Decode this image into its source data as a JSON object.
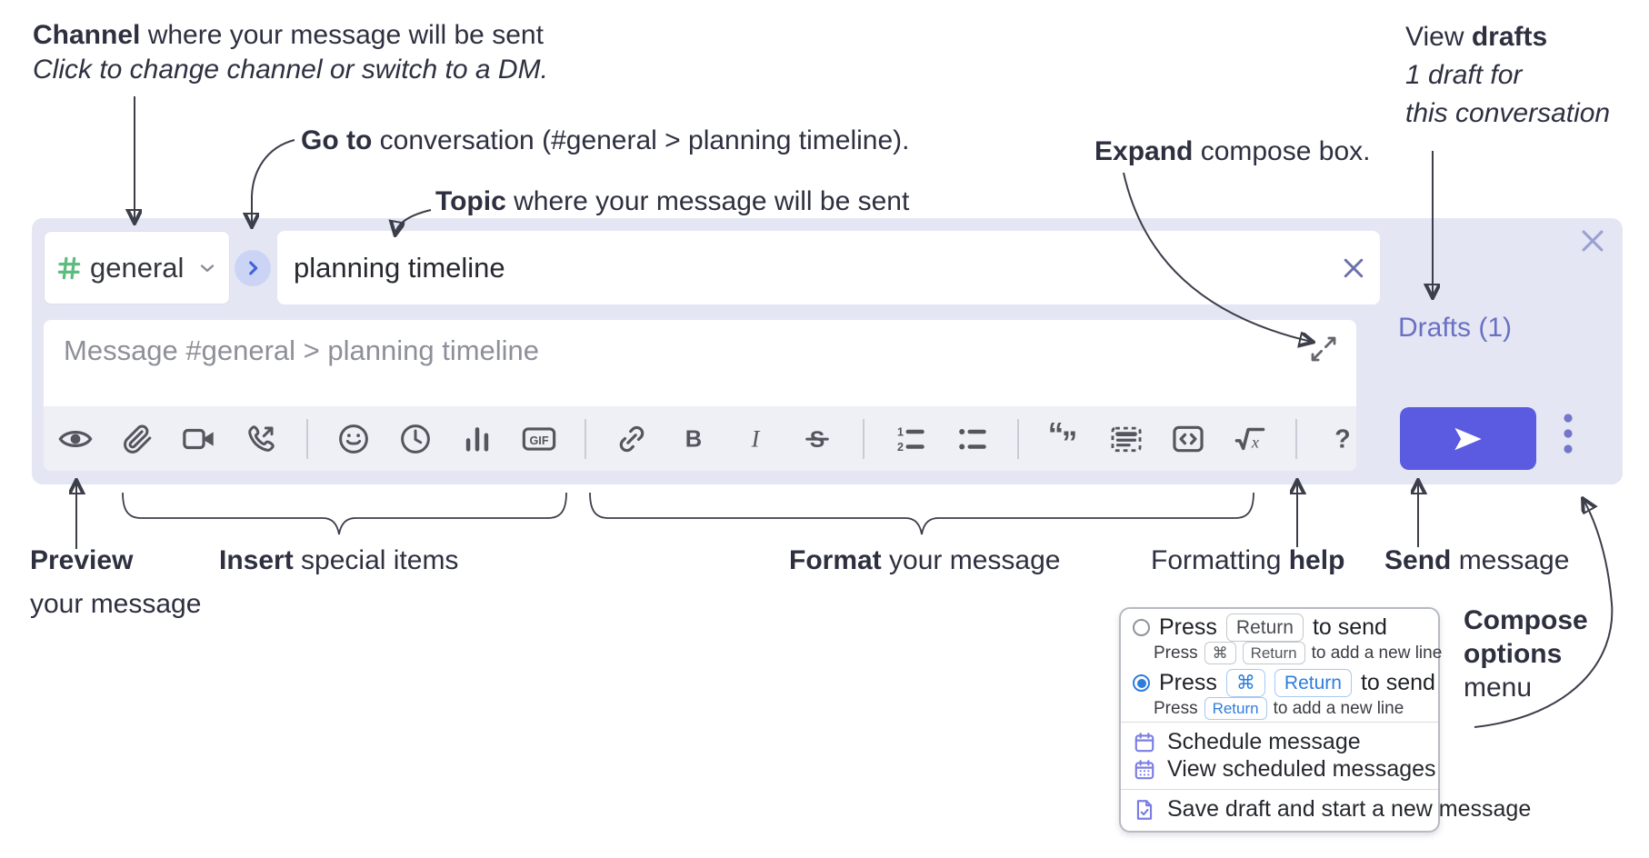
{
  "colors": {
    "container_bg": "#e4e6f3",
    "send_button": "#5a5be1",
    "drafts_link": "#6a70c4",
    "hash_green": "#5cbd7f",
    "dm_chevron_blue": "#4162da",
    "radio_blue": "#2e7dde",
    "menu_icon_purple": "#7b7ee3",
    "toolbar_icon": "#54565e"
  },
  "annotations": {
    "channel": {
      "bold": "Channel",
      "rest": " where your message will be sent",
      "line2": "Click to change channel or switch to a DM."
    },
    "goto": {
      "bold": "Go to",
      "rest": " conversation (#general > planning timeline)."
    },
    "topic": {
      "bold": "Topic",
      "rest": " where your message will be sent"
    },
    "expand": {
      "bold": "Expand",
      "rest": " compose box."
    },
    "view_drafts": {
      "pre": "View ",
      "bold": "drafts",
      "line2": "1 draft for",
      "line3": "this conversation"
    },
    "preview": {
      "bold": "Preview",
      "line2": "your message"
    },
    "insert": {
      "bold": "Insert",
      "rest": " special items"
    },
    "format": {
      "bold": "Format",
      "rest": " your message"
    },
    "help": {
      "pre": "Formatting ",
      "bold": "help"
    },
    "send": {
      "bold": "Send",
      "rest": " message"
    },
    "compose_options": {
      "line1": "Compose",
      "line2": "options",
      "line3": "menu"
    }
  },
  "compose": {
    "channel_name": "general",
    "topic_value": "planning timeline",
    "message_placeholder": "Message #general > planning timeline",
    "drafts_label": "Drafts (1)",
    "toolbar_glyphs": {
      "gif": "GIF",
      "bold": "B",
      "italic": "I",
      "strike": "S",
      "ol1": "1",
      "ol2": "2",
      "math_x": "x",
      "help": "?"
    }
  },
  "options_menu": {
    "option_return": {
      "press": "Press",
      "key_return": "Return",
      "suffix": "to send",
      "sub_press": "Press",
      "sub_key_cmd": "⌘",
      "sub_key_return": "Return",
      "sub_suffix": "to add a new line"
    },
    "option_cmd_return": {
      "press": "Press",
      "key_cmd": "⌘",
      "key_return": "Return",
      "suffix": "to send",
      "sub_press": "Press",
      "sub_key_return": "Return",
      "sub_suffix": "to add a new line"
    },
    "items": {
      "schedule": "Schedule message",
      "view_scheduled": "View scheduled messages",
      "save_draft": "Save draft and start a new message"
    }
  }
}
